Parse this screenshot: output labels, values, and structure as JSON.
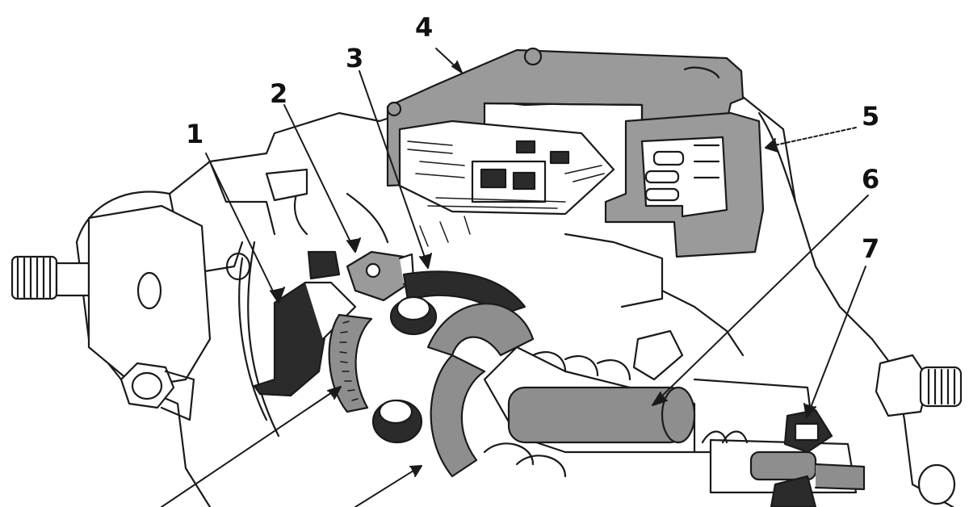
{
  "callouts": [
    {
      "id": "1",
      "label": "1"
    },
    {
      "id": "2",
      "label": "2"
    },
    {
      "id": "3",
      "label": "3"
    },
    {
      "id": "4",
      "label": "4"
    },
    {
      "id": "5",
      "label": "5"
    },
    {
      "id": "6",
      "label": "6"
    },
    {
      "id": "7",
      "label": "7"
    }
  ],
  "colors": {
    "line": "#1a1a1a",
    "body_fill": "#ffffff",
    "part_fill": "#8e8e8e",
    "dark_fill": "#2b2b2b",
    "cover_fill": "#9a9a9a"
  }
}
